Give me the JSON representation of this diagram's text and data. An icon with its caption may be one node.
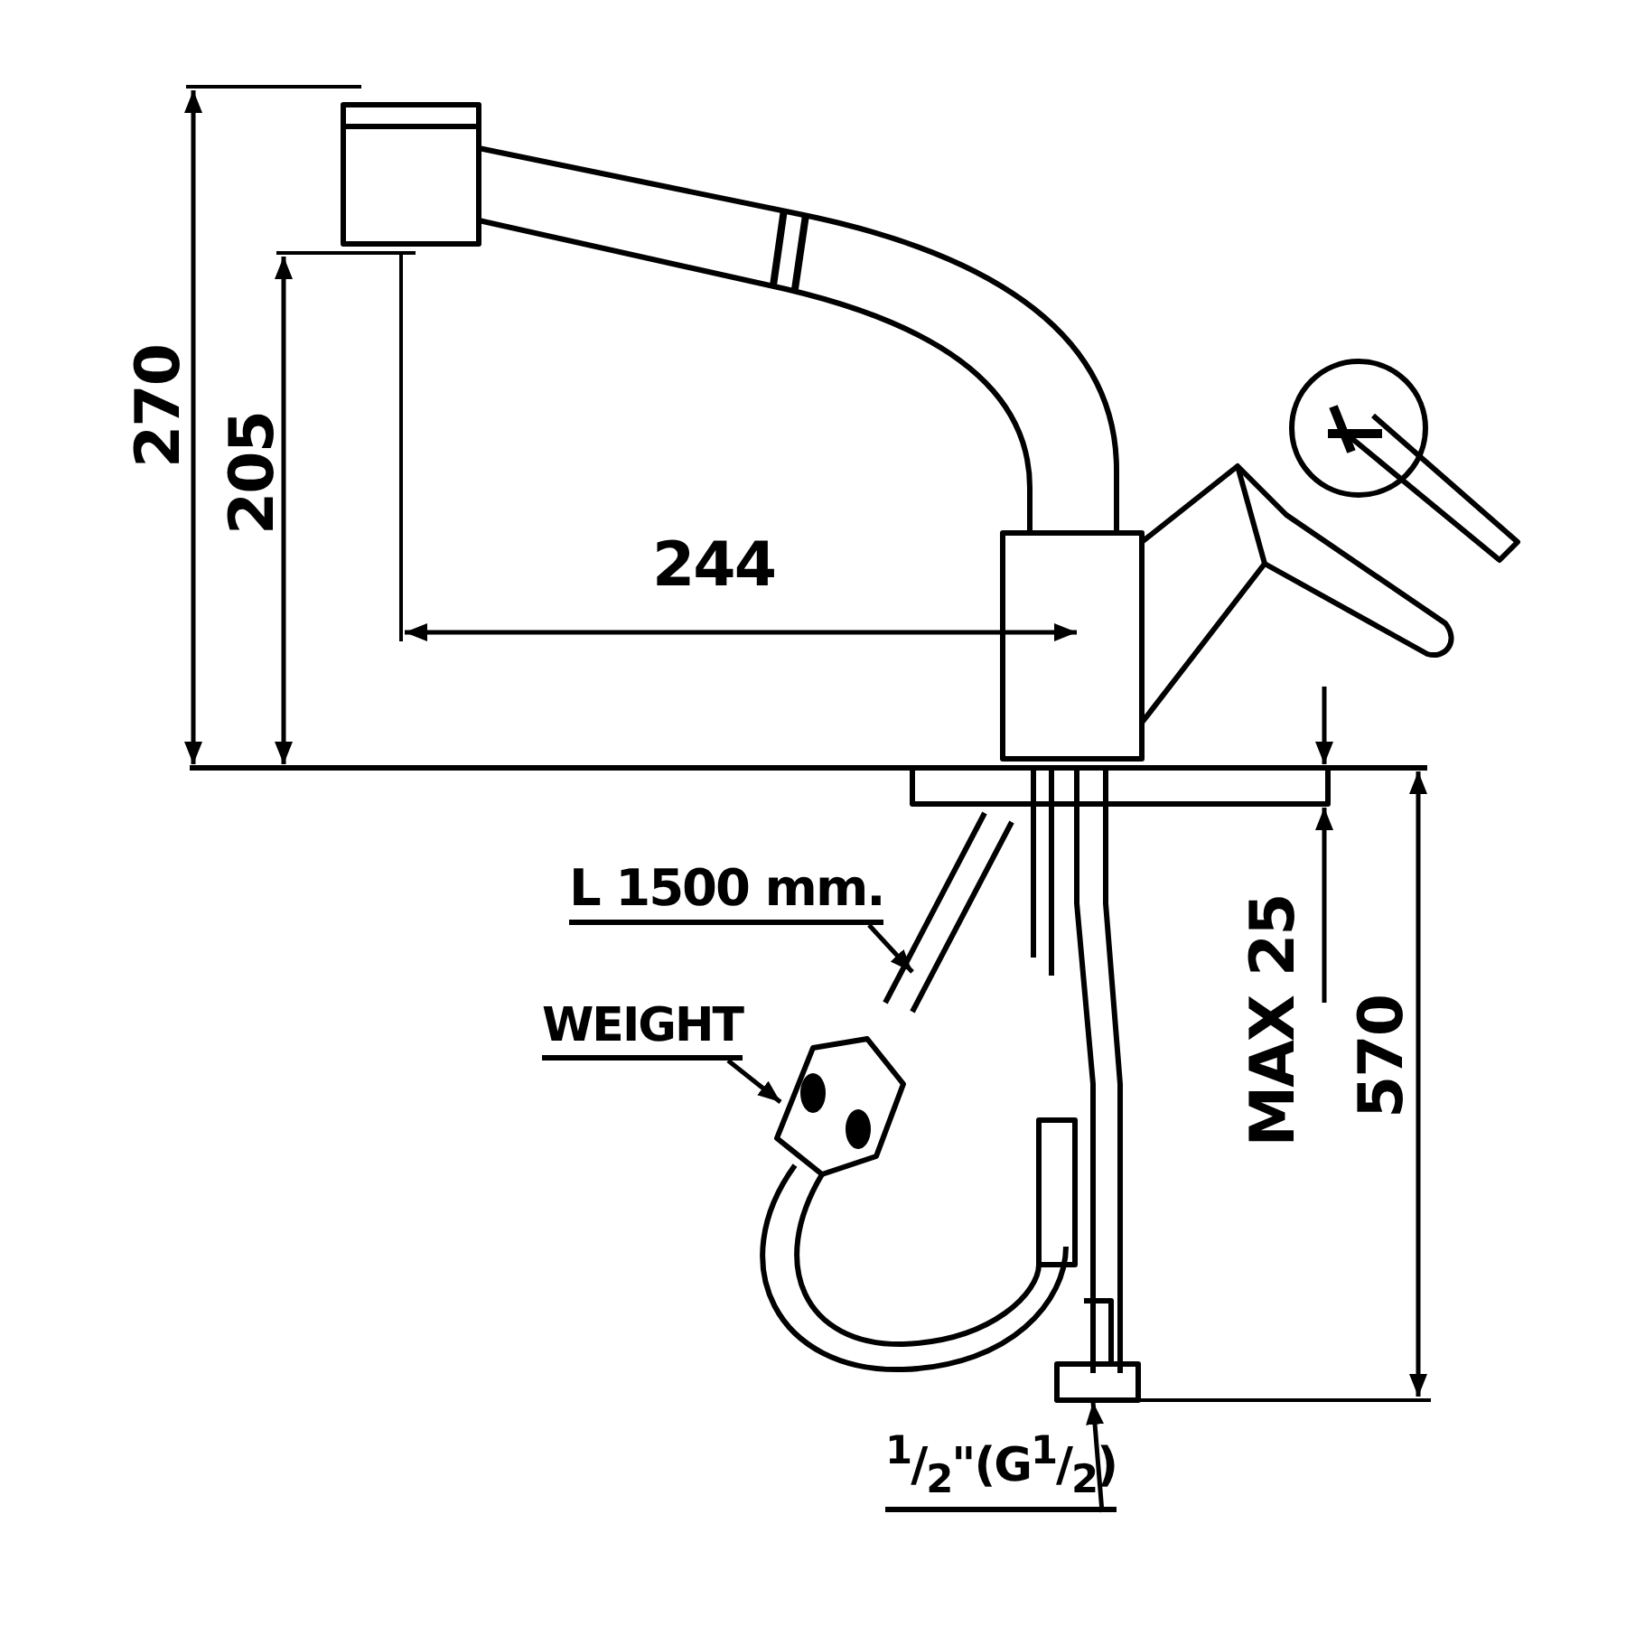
{
  "diagram": {
    "nodes": [
      {
        "text": [
          "L 1500 mm."
        ]
      },
      {
        "text": [
          "WEIGHT"
        ]
      },
      {
        "text": [
          "$^{1}$/$_{2}$\"(G$^{1}$/$_{2}$)"
        ]
      }
    ],
    "edges": [
      {
        "from": 0,
        "to": null,
        "arrow": "to"
      },
      {
        "from": 1,
        "to": null,
        "arrow": "to"
      },
      {
        "from": 2,
        "to": null,
        "arrow": "to"
      }
    ],
    "labels": [
      "270",
      "205",
      "244",
      "MAX 25",
      "570"
    ]
  }
}
